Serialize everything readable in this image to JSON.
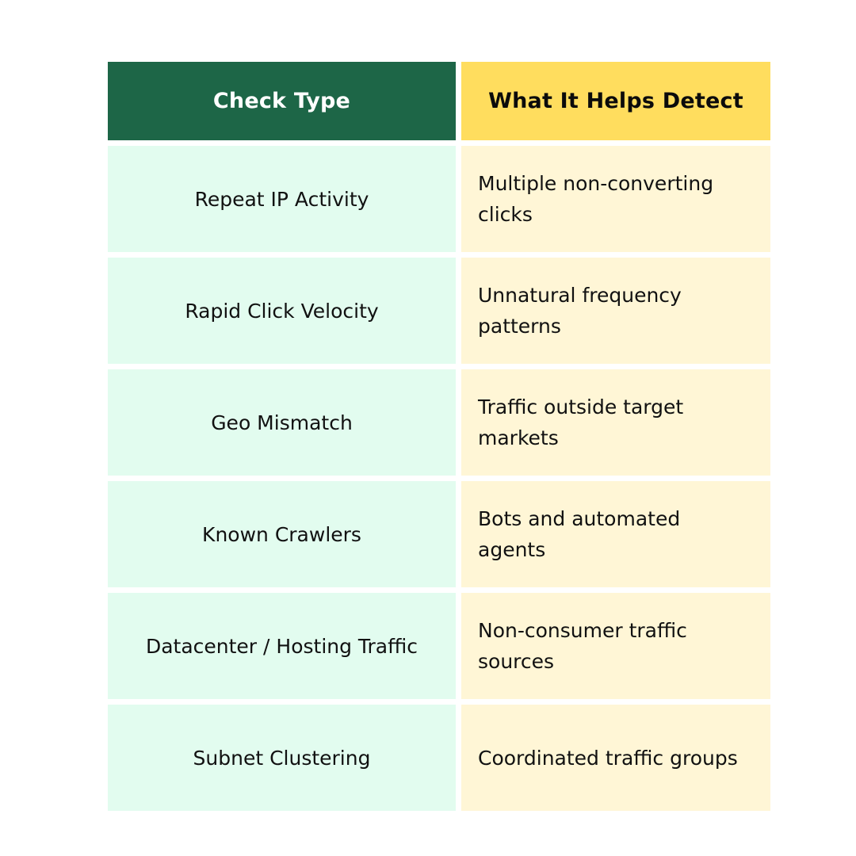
{
  "header": {
    "col1": "Check Type",
    "col2": "What It Helps Detect"
  },
  "rows": [
    {
      "check": "Repeat IP Activity",
      "detect": "Multiple non-converting clicks"
    },
    {
      "check": "Rapid Click Velocity",
      "detect": "Unnatural frequency patterns"
    },
    {
      "check": "Geo Mismatch",
      "detect": "Traffic outside target markets"
    },
    {
      "check": "Known Crawlers",
      "detect": "Bots and automated agents"
    },
    {
      "check": "Datacenter / Hosting Traffic",
      "detect": "Non-consumer traffic sources"
    },
    {
      "check": "Subnet Clustering",
      "detect": "Coordinated traffic groups"
    }
  ],
  "colors": {
    "header_left_bg": "#1d6647",
    "header_right_bg": "#ffdd5e",
    "left_cell_bg": "#e2fcef",
    "right_cell_bg": "#fff6d6"
  }
}
